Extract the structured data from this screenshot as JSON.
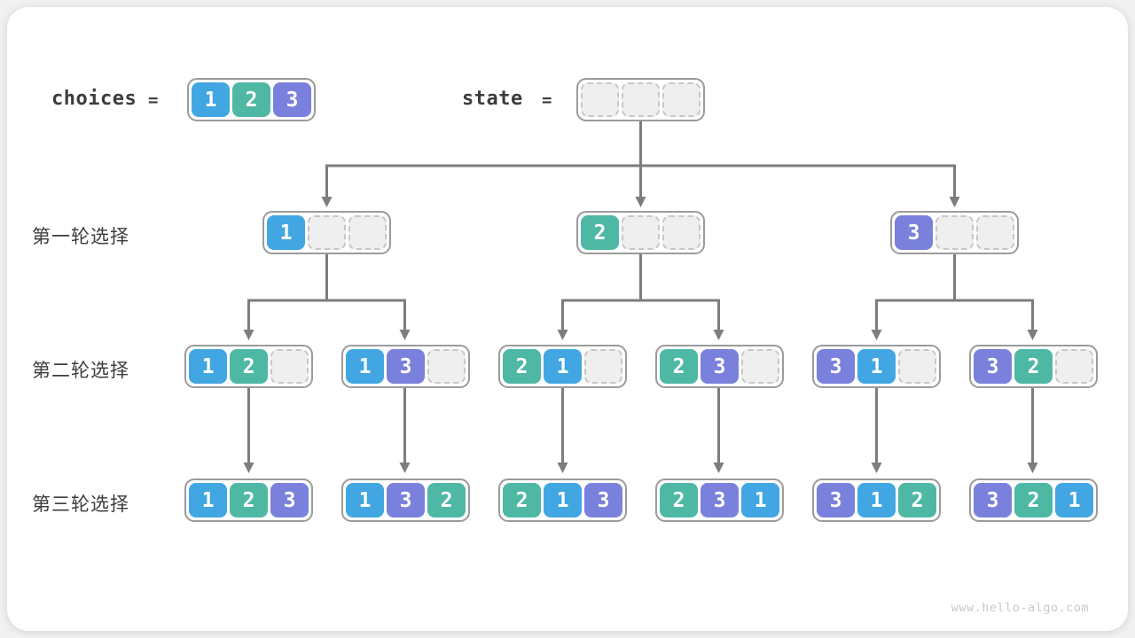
{
  "header": {
    "choices_label": "choices",
    "equals_sign": "=",
    "choices_cells": [
      "1",
      "2",
      "3"
    ],
    "state_label": "state",
    "state_cells": [
      "",
      "",
      ""
    ]
  },
  "rows": [
    {
      "label": "第一轮选择",
      "boxes": [
        [
          "1",
          "",
          ""
        ],
        [
          "2",
          "",
          ""
        ],
        [
          "3",
          "",
          ""
        ]
      ]
    },
    {
      "label": "第二轮选择",
      "boxes": [
        [
          "1",
          "2",
          ""
        ],
        [
          "1",
          "3",
          ""
        ],
        [
          "2",
          "1",
          ""
        ],
        [
          "2",
          "3",
          ""
        ],
        [
          "3",
          "1",
          ""
        ],
        [
          "3",
          "2",
          ""
        ]
      ]
    },
    {
      "label": "第三轮选择",
      "boxes": [
        [
          "1",
          "2",
          "3"
        ],
        [
          "1",
          "3",
          "2"
        ],
        [
          "2",
          "1",
          "3"
        ],
        [
          "2",
          "3",
          "1"
        ],
        [
          "3",
          "1",
          "2"
        ],
        [
          "3",
          "2",
          "1"
        ]
      ]
    }
  ],
  "watermark": "www.hello-algo.com",
  "colors": {
    "value1": "#42a6e2",
    "value2": "#4eb8a5",
    "value3": "#7a81dc",
    "line": "#7d7d7d",
    "empty-fill": "#efefef",
    "empty-border": "#c7c7c7",
    "box-border": "#9b9b9b",
    "text": "#3c3c3c",
    "watermark": "#c9c9c9",
    "card-bg": "#ffffff",
    "page-bg": "#f1f1f1"
  }
}
